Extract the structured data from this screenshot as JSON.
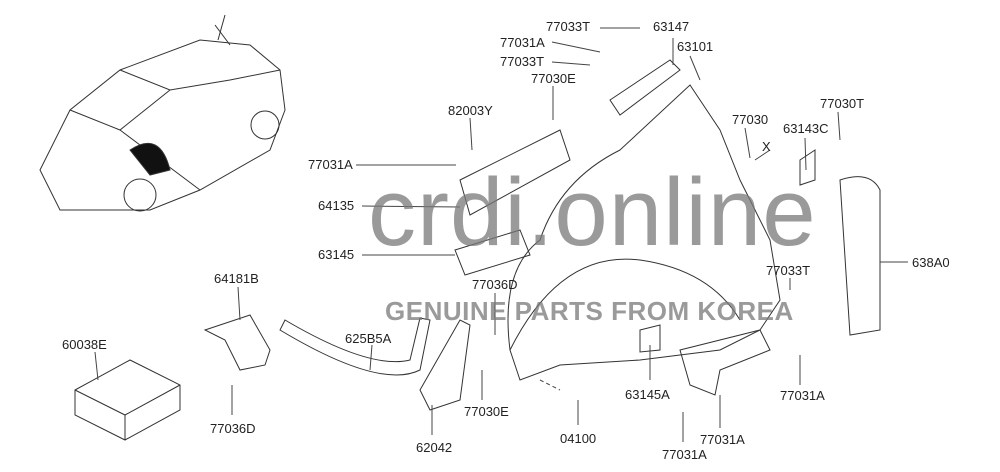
{
  "watermark": {
    "brand": "crdi.online",
    "tagline": "GENUINE PARTS FROM KOREA"
  },
  "callouts": [
    "77033T",
    "63147",
    "77031A",
    "63101",
    "77033T",
    "77030E",
    "82003Y",
    "77030",
    "X",
    "77030T",
    "63143C",
    "77031A",
    "64135",
    "63145",
    "77033T",
    "638A0",
    "64181B",
    "77036D",
    "625B5A",
    "60038E",
    "63145A",
    "77031A",
    "77036D",
    "77030E",
    "77031A",
    "04100",
    "62042",
    "77031A"
  ]
}
